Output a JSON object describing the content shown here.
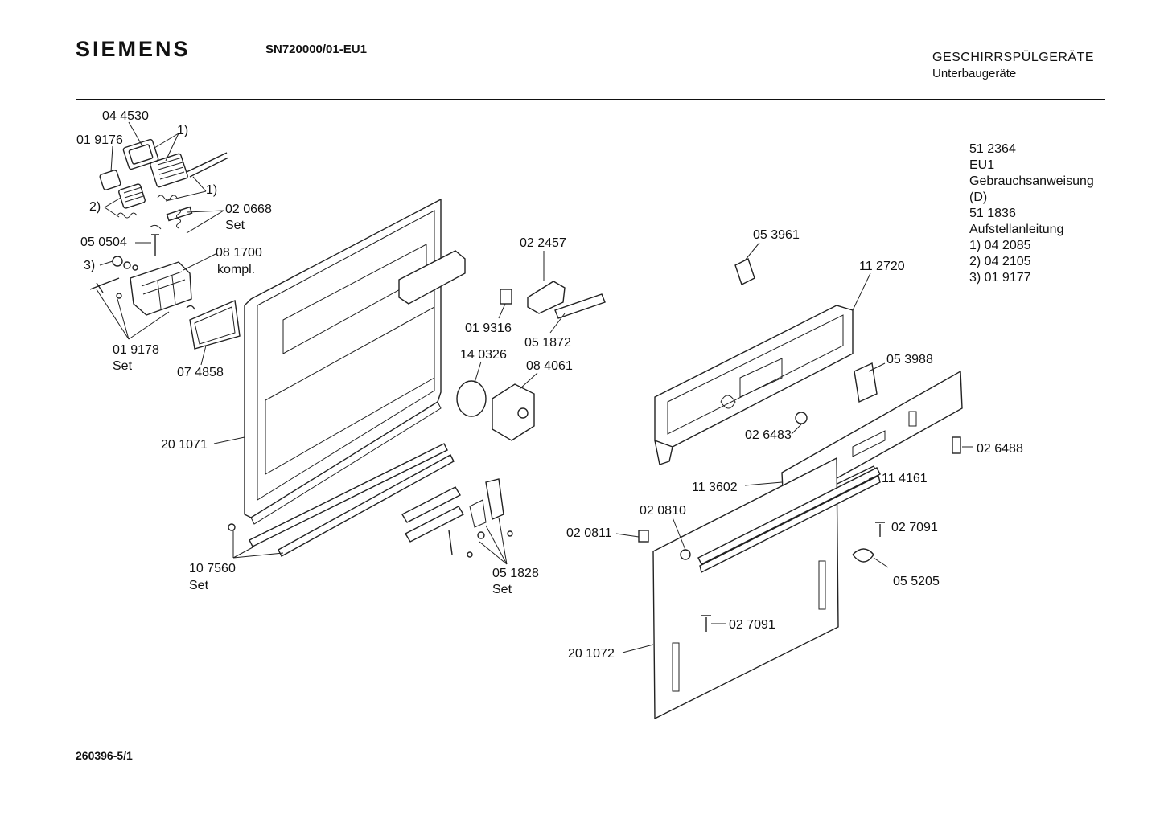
{
  "header": {
    "brand": "SIEMENS",
    "model": "SN720000/01-EU1",
    "category": "GESCHIRRSPÜLGERÄTE",
    "subcategory": "Unterbaugeräte"
  },
  "notes": [
    "51 2364",
    "EU1",
    "Gebrauchsanweisung",
    "(D)",
    "51 1836",
    "Aufstellanleitung",
    "1) 04 2085",
    "2) 04 2105",
    "3) 01 9177"
  ],
  "labels": {
    "p044530": "04 4530",
    "p019176": "01 9176",
    "ref1a": "1)",
    "ref1b": "1)",
    "ref2": "2)",
    "ref3": "3)",
    "p020668": "02 0668",
    "p020668_note": "Set",
    "p050504": "05 0504",
    "p081700": "08 1700",
    "p081700_note": "kompl.",
    "p019178": "01 9178",
    "p019178_note": "Set",
    "p074858": "07 4858",
    "p201071": "20 1071",
    "p107560": "10 7560",
    "p107560_note": "Set",
    "p022457": "02 2457",
    "p019316": "01 9316",
    "p051872": "05 1872",
    "p140326": "14 0326",
    "p084061": "08 4061",
    "p051828": "05 1828",
    "p051828_note": "Set",
    "p053961": "05 3961",
    "p112720": "11 2720",
    "p053988": "05 3988",
    "p026483": "02 6483",
    "p026488": "02 6488",
    "p113602": "11 3602",
    "p114161": "11 4161",
    "p020810": "02 0810",
    "p020811": "02 0811",
    "p027091a": "02 7091",
    "p027091b": "02 7091",
    "p055205": "05 5205",
    "p201072": "20 1072"
  },
  "footer": {
    "document_number": "260396-5/1"
  }
}
